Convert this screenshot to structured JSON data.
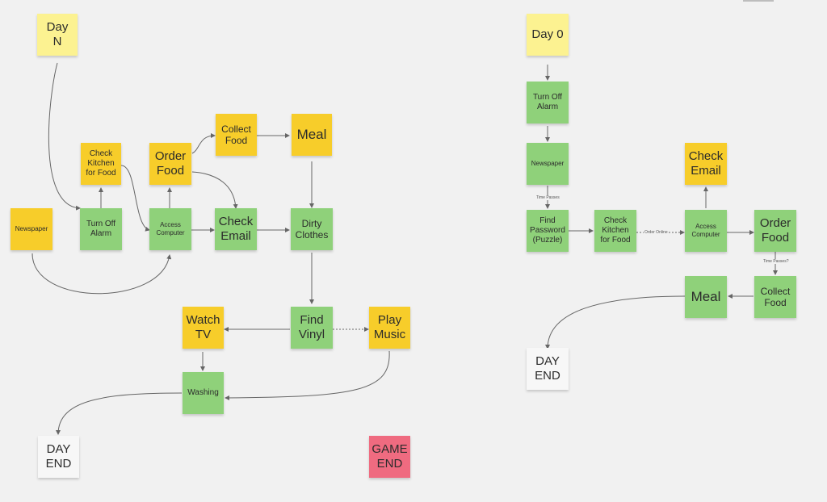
{
  "board": {
    "left_flow": {
      "day_n": "Day\nN",
      "check_kitchen": "Check\nKitchen\nfor Food",
      "order_food": "Order\nFood",
      "collect_food": "Collect\nFood",
      "meal": "Meal",
      "newspaper": "Newspaper",
      "turn_off_alarm": "Turn Off\nAlarm",
      "access_computer": "Access\nComputer",
      "check_email": "Check\nEmail",
      "dirty_clothes": "Dirty\nClothes",
      "watch_tv": "Watch\nTV",
      "find_vinyl": "Find\nVinyl",
      "play_music": "Play\nMusic",
      "washing": "Washing",
      "day_end": "DAY\nEND",
      "game_end": "GAME\nEND"
    },
    "right_flow": {
      "day_0": "Day 0",
      "turn_off_alarm": "Turn Off\nAlarm",
      "newspaper": "Newspaper",
      "time_passes_label": "Time Passes",
      "find_password": "Find\nPassword\n(Puzzle)",
      "check_kitchen": "Check\nKitchen\nfor Food",
      "order_online_label": "Order Online",
      "access_computer": "Access\nComputer",
      "check_email": "Check\nEmail",
      "order_food": "Order\nFood",
      "time_passes_q_label": "Time Passes?",
      "collect_food": "Collect\nFood",
      "meal": "Meal",
      "day_end": "DAY\nEND"
    }
  },
  "colors": {
    "yellow": "#f7cd2a",
    "green": "#8fd17a",
    "light_yellow": "#fcf291",
    "white": "#f7f7f7",
    "red": "#ef6b80",
    "connector": "#666666"
  }
}
